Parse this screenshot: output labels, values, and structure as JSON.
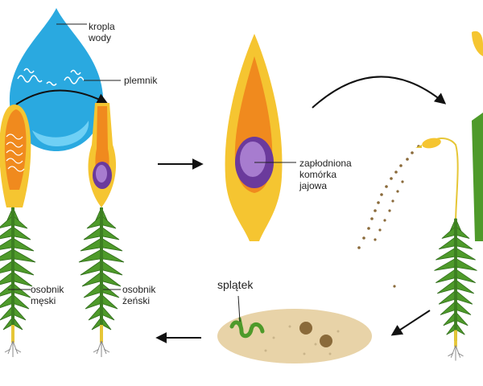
{
  "labels": {
    "water_drop": "kropla\nwody",
    "sperm": "plemnik",
    "fertilized_egg": "zapłodniona\nkomórka\njajowa",
    "male": "osobnik\nmęski",
    "female": "osobnik\nżeński",
    "protonema": "splątek"
  },
  "colors": {
    "water": "#2aa9e0",
    "water_light": "#6fd0f5",
    "outer_organ": "#f5c531",
    "inner_organ": "#f08a1e",
    "egg_outer": "#6b3a9c",
    "egg_inner": "#a77ccf",
    "moss_green": "#4e9a2a",
    "moss_dark": "#2f6b1a",
    "stalk": "#e6c636",
    "spore": "#8a6a3a",
    "soil": "#e8d3a8",
    "arrow": "#111111"
  }
}
